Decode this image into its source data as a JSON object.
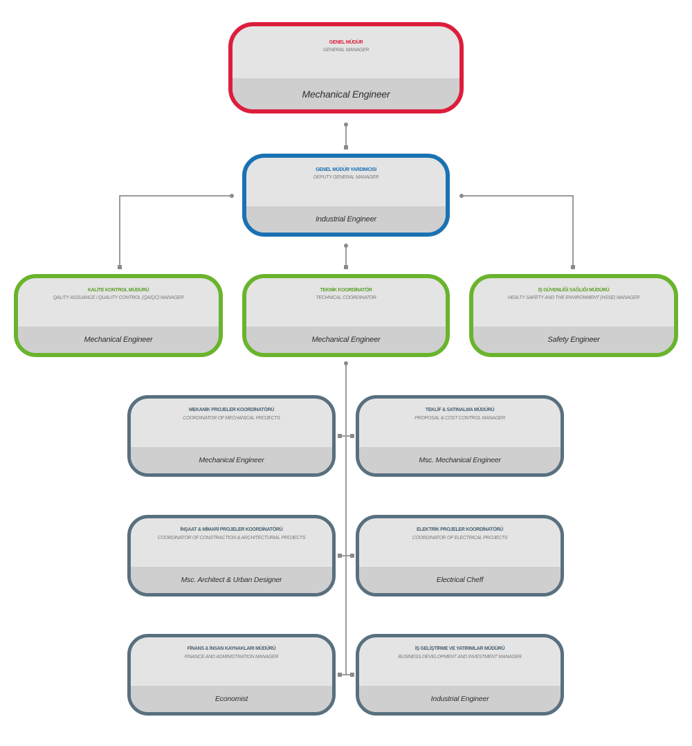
{
  "colors": {
    "general_manager": "#dc1e3c",
    "deputy": "#1a72b3",
    "managers": "#6ab42d",
    "coordinators": "#58707f",
    "connector": "#9a9a9a"
  },
  "general_manager": {
    "title": "GENEL MÜDÜR",
    "subtitle": "GENERAL MANAGER",
    "qualification": "Mechanical Engineer"
  },
  "deputy_general_manager": {
    "title": "GENEL MÜDÜR YARDIMCISI",
    "subtitle": "DEPUTY GENERAL MANAGER",
    "qualification": "Industrial Engineer"
  },
  "managers": [
    {
      "title": "KALİTE KONTROL MÜDÜRÜ",
      "subtitle": "QALITY ASSUANCE / QUALITY CONTROL (QA/QC) MANAGER",
      "qualification": "Mechanical  Engineer"
    },
    {
      "title": "TEKNİK KOORDİNATÖR",
      "subtitle": "TECHNICAL COORDINATOR",
      "qualification": "Mechanical  Engineer"
    },
    {
      "title": "İŞ GÜVENLİĞİ SAĞLIĞI MÜDÜRÜ",
      "subtitle": "HEALTY SAFETY AND THE ENVIRONMENT (HSSE) MANAGER",
      "qualification": "Safety  Engineer"
    }
  ],
  "coordinators": [
    {
      "title": "MEKANİK PROJELER KOORDİNATÖRÜ",
      "subtitle": "COORDINATOR OF MECHANICAL PROJECTS",
      "qualification": "Mechanical  Engineer"
    },
    {
      "title": "TEKLİF & SATINALMA MÜDÜRÜ",
      "subtitle": "PROPOSAL & COST CONTROL MANAGER",
      "qualification": "Msc. Mechanical  Engineer"
    },
    {
      "title": "İNŞAAT & MİMARİ PROJELER KOORDİNATÖRÜ",
      "subtitle": "COORDINATOR OF CONSTRACTION & ARCHITECTURIAL PROJECTS",
      "qualification": "Msc. Architect & Urban Designer"
    },
    {
      "title": "ELEKTRİK PROJELER KOORDİNATÖRÜ",
      "subtitle": "COORDINATOR OF ELECTRICAL PROJECTS",
      "qualification": "Electrical Cheff"
    },
    {
      "title": "FİNANS & İNSAN KAYNAKLARI MÜDÜRÜ",
      "subtitle": "FINANCE AND ADMINISTRATION MANAGER",
      "qualification": "Economist"
    },
    {
      "title": "İŞ GELİŞTİRME VE YATIRIMLAR MÜDÜRÜ",
      "subtitle": "BUSINESS DEVELOPMENT AND INVESTMENT MANAGER",
      "qualification": "Industrial  Engineer"
    }
  ]
}
